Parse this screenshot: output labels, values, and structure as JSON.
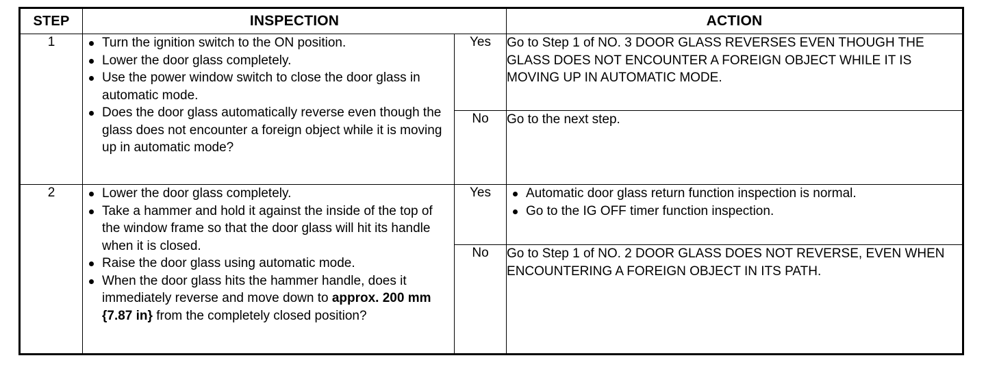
{
  "table": {
    "headers": {
      "step": "STEP",
      "inspection": "INSPECTION",
      "action": "ACTION"
    },
    "rows": [
      {
        "step": "1",
        "inspection_items": [
          "Turn the ignition switch to the ON position.",
          "Lower the door glass completely.",
          "Use the power window switch to close the door glass in automatic mode.",
          "Does the door glass automatically reverse even though the glass does not encounter a foreign object while it is moving up in automatic mode?"
        ],
        "branches": [
          {
            "label": "Yes",
            "action_text": "Go to Step 1 of NO. 3 DOOR GLASS REVERSES EVEN THOUGH THE GLASS DOES NOT ENCOUNTER A FOREIGN OBJECT WHILE IT IS MOVING UP IN AUTOMATIC MODE.",
            "action_items": []
          },
          {
            "label": "No",
            "action_text": "Go to the next step.",
            "action_items": []
          }
        ]
      },
      {
        "step": "2",
        "inspection_items": [
          "Lower the door glass completely.",
          "Take a hammer and hold it against the inside of the top of the window frame so that the door glass will hit its handle when it is closed.",
          "Raise the door glass using automatic mode."
        ],
        "inspection_last": {
          "before": "When the door glass hits the hammer handle, does it immediately reverse and move down to ",
          "bold": "approx. 200 mm {7.87 in}",
          "after": " from the completely closed position?"
        },
        "branches": [
          {
            "label": "Yes",
            "action_text": "",
            "action_items": [
              "Automatic door glass return function inspection is normal.",
              "Go to the IG OFF timer function inspection."
            ]
          },
          {
            "label": "No",
            "action_text": "Go to Step 1 of NO. 2 DOOR GLASS DOES NOT REVERSE, EVEN WHEN ENCOUNTERING A FOREIGN OBJECT IN ITS PATH.",
            "action_items": []
          }
        ]
      }
    ]
  },
  "colors": {
    "border": "#000000",
    "text": "#000000",
    "background": "#ffffff"
  }
}
